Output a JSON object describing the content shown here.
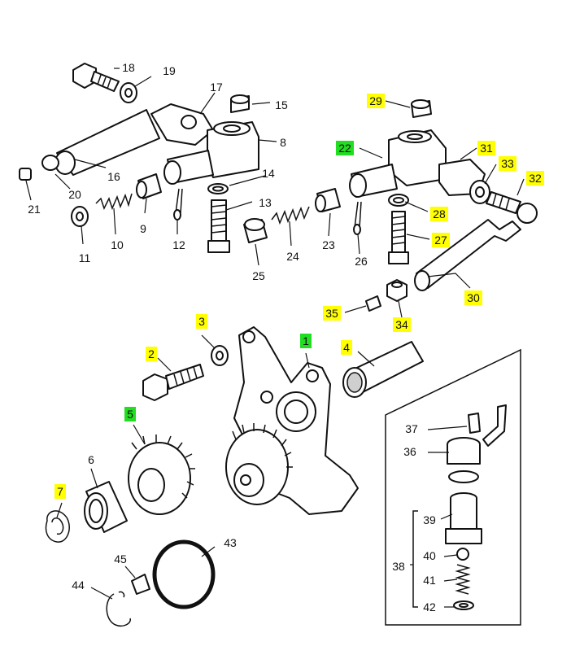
{
  "palette": {
    "yellow": "#ffff00",
    "green": "#22dd22",
    "ink": "#111111"
  },
  "callouts": [
    {
      "n": "18",
      "hl": "none"
    },
    {
      "n": "19",
      "hl": "none"
    },
    {
      "n": "17",
      "hl": "none"
    },
    {
      "n": "15",
      "hl": "none"
    },
    {
      "n": "8",
      "hl": "none"
    },
    {
      "n": "16",
      "hl": "none"
    },
    {
      "n": "20",
      "hl": "none"
    },
    {
      "n": "21",
      "hl": "none"
    },
    {
      "n": "9",
      "hl": "none"
    },
    {
      "n": "10",
      "hl": "none"
    },
    {
      "n": "11",
      "hl": "none"
    },
    {
      "n": "12",
      "hl": "none"
    },
    {
      "n": "13",
      "hl": "none"
    },
    {
      "n": "14",
      "hl": "none"
    },
    {
      "n": "25",
      "hl": "none"
    },
    {
      "n": "24",
      "hl": "none"
    },
    {
      "n": "23",
      "hl": "none"
    },
    {
      "n": "26",
      "hl": "none"
    },
    {
      "n": "29",
      "hl": "yellow"
    },
    {
      "n": "22",
      "hl": "green"
    },
    {
      "n": "31",
      "hl": "yellow"
    },
    {
      "n": "33",
      "hl": "yellow"
    },
    {
      "n": "32",
      "hl": "yellow"
    },
    {
      "n": "28",
      "hl": "yellow"
    },
    {
      "n": "27",
      "hl": "yellow"
    },
    {
      "n": "30",
      "hl": "yellow"
    },
    {
      "n": "35",
      "hl": "yellow"
    },
    {
      "n": "34",
      "hl": "yellow"
    },
    {
      "n": "3",
      "hl": "yellow"
    },
    {
      "n": "2",
      "hl": "yellow"
    },
    {
      "n": "1",
      "hl": "green"
    },
    {
      "n": "4",
      "hl": "yellow"
    },
    {
      "n": "5",
      "hl": "green"
    },
    {
      "n": "6",
      "hl": "none"
    },
    {
      "n": "7",
      "hl": "yellow"
    },
    {
      "n": "37",
      "hl": "none"
    },
    {
      "n": "36",
      "hl": "none"
    },
    {
      "n": "39",
      "hl": "none"
    },
    {
      "n": "38",
      "hl": "none"
    },
    {
      "n": "40",
      "hl": "none"
    },
    {
      "n": "41",
      "hl": "none"
    },
    {
      "n": "42",
      "hl": "none"
    },
    {
      "n": "43",
      "hl": "none"
    },
    {
      "n": "44",
      "hl": "none"
    },
    {
      "n": "45",
      "hl": "none"
    }
  ]
}
